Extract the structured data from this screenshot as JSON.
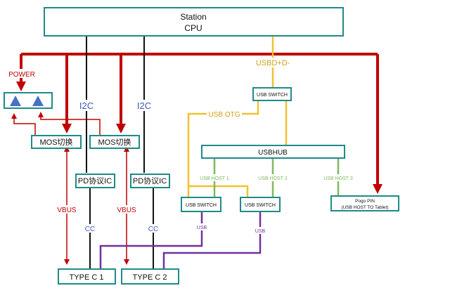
{
  "nodes": {
    "station": {
      "line1": "Station",
      "line2": "CPU"
    },
    "mos_left": "MOS切换",
    "mos_right": "MOS切换",
    "pd_left": "PD协议IC",
    "pd_right": "PD协议IC",
    "usb_switch_top": "USB SWITCH",
    "usb_hub": "USBHUB",
    "usb_switch_left": "USB SWITCH",
    "usb_switch_right": "USB SWITCH",
    "pogo_pin": {
      "line1": "Pogo PIN",
      "line2": "(USB HOST TO Tablet)"
    },
    "typec_1": "TYPE C 1",
    "typec_2": "TYPE C 2"
  },
  "labels": {
    "power": "POWER",
    "i2c_left": "I2C",
    "i2c_right": "I2C",
    "usbd": "USBD+D-",
    "usb_otg": "USB OTG",
    "usb_host_1": "USB HOST 1",
    "usb_host_2": "USB HOST 2",
    "usb_host_3": "USB HOST 3",
    "vbus_left": "VBUS",
    "vbus_right": "VBUS",
    "cc_left": "CC",
    "cc_right": "CC",
    "usb_left": "USB",
    "usb_right": "USB"
  },
  "colors": {
    "power": "#c00000",
    "data_usb": "#f2c12e",
    "host": "#7fba5a",
    "usb_purple": "#7030a0",
    "box_border": "#1f8a8a",
    "i2c_text": "#3b5bb5",
    "triangle": "#4472c4"
  }
}
